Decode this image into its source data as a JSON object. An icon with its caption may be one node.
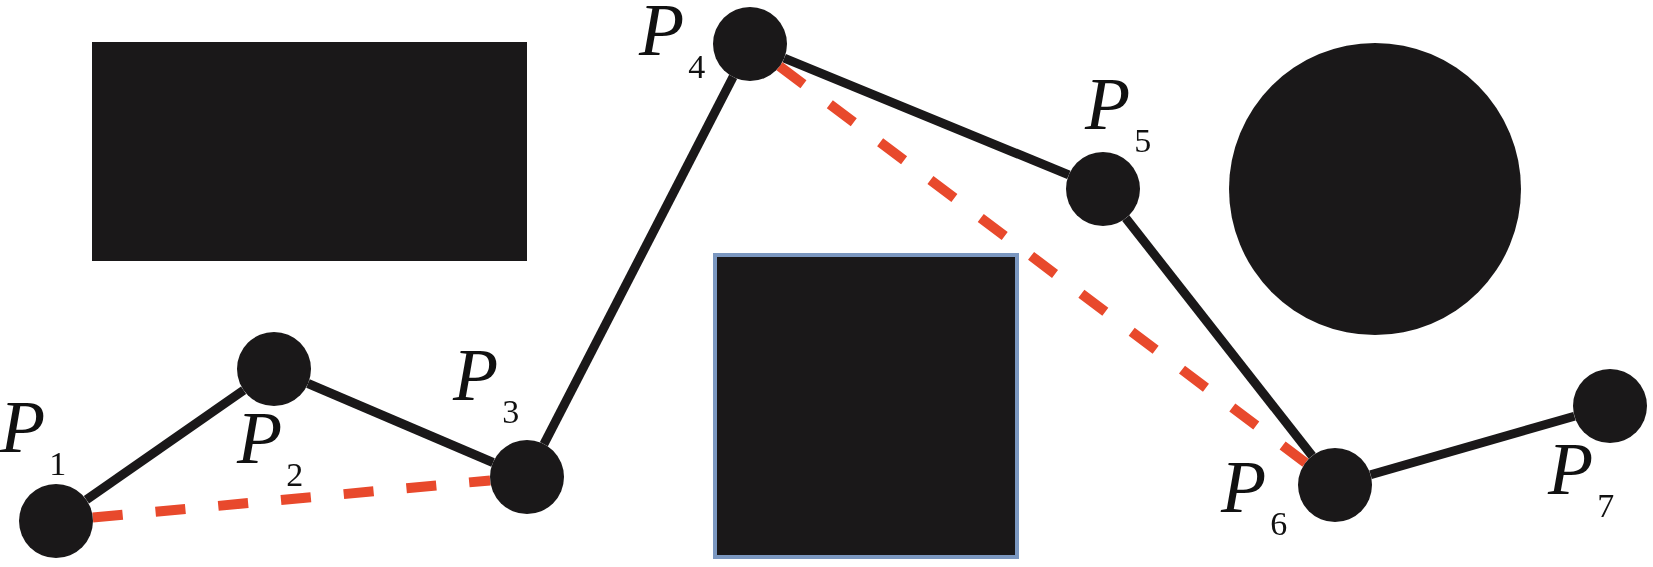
{
  "diagram": {
    "nodes": [
      {
        "text": [],
        "shape": "circle",
        "beside": [
          "*P*$_{1}$"
        ]
      },
      {
        "text": [],
        "shape": "circle",
        "beside": [
          "*P*$_{2}$"
        ]
      },
      {
        "text": [],
        "shape": "circle",
        "beside": [
          "*P*$_{3}$"
        ]
      },
      {
        "text": [],
        "shape": "circle",
        "beside": [
          "*P*$_{4}$"
        ]
      },
      {
        "text": [],
        "shape": "circle",
        "beside": [
          "*P*$_{5}$"
        ]
      },
      {
        "text": [],
        "shape": "circle",
        "beside": [
          "*P*$_{6}$"
        ]
      },
      {
        "text": [],
        "shape": "circle",
        "beside": [
          "*P*$_{7}$"
        ]
      },
      {
        "text": [],
        "shape": "box"
      },
      {
        "text": [],
        "shape": "box"
      },
      {
        "text": [],
        "shape": "circle"
      }
    ],
    "edges": [
      {
        "from": 0,
        "to": 1,
        "arrow": "none"
      },
      {
        "from": 1,
        "to": 2,
        "arrow": "none"
      },
      {
        "from": 2,
        "to": 3,
        "arrow": "none"
      },
      {
        "from": 3,
        "to": 4,
        "arrow": "none"
      },
      {
        "from": 4,
        "to": 5,
        "arrow": "none"
      },
      {
        "from": 5,
        "to": 6,
        "arrow": "none"
      },
      {
        "from": 0,
        "to": 2,
        "arrow": "none",
        "style": "dashed",
        "color": "#e8492c"
      },
      {
        "from": 3,
        "to": 5,
        "arrow": "none",
        "style": "dashed",
        "color": "#e8492c"
      }
    ]
  }
}
